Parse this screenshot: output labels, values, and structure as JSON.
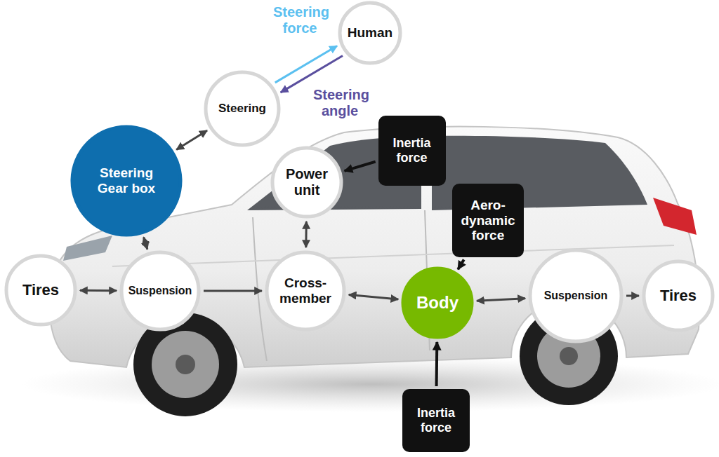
{
  "diagram": {
    "nodes": [
      {
        "text": [
          "Human"
        ]
      },
      {
        "text": [
          "Steering"
        ]
      },
      {
        "text": [
          "Inertia force"
        ]
      },
      {
        "text": [
          "Steering Gear box"
        ]
      },
      {
        "text": [
          "Power unit"
        ]
      },
      {
        "text": [
          "Aero- dynamic force"
        ]
      },
      {
        "text": [
          "Tires"
        ]
      },
      {
        "text": [
          "Suspension"
        ]
      },
      {
        "text": [
          "Cross- member"
        ]
      },
      {
        "text": [
          "Body"
        ]
      },
      {
        "text": [
          "Suspension"
        ]
      },
      {
        "text": [
          "Tires"
        ]
      },
      {
        "text": [
          "Inertia force"
        ]
      }
    ],
    "edges": [
      {
        "from": 1,
        "to": 0,
        "arrow": "to",
        "label": "Steering force"
      },
      {
        "from": 0,
        "to": 1,
        "arrow": "to",
        "label": "Steering angle"
      },
      {
        "from": 1,
        "to": 3,
        "arrow": "both"
      },
      {
        "from": 3,
        "to": 7,
        "arrow": "both"
      },
      {
        "from": 6,
        "to": 7,
        "arrow": "both"
      },
      {
        "from": 7,
        "to": 8,
        "arrow": "to"
      },
      {
        "from": 4,
        "to": 8,
        "arrow": "both"
      },
      {
        "from": 8,
        "to": 9,
        "arrow": "both"
      },
      {
        "from": 9,
        "to": 10,
        "arrow": "both"
      },
      {
        "from": 10,
        "to": 11,
        "arrow": "to"
      },
      {
        "from": 2,
        "to": 4,
        "arrow": "to"
      },
      {
        "from": 5,
        "to": 9,
        "arrow": "to"
      },
      {
        "from": 12,
        "to": 9,
        "arrow": "to"
      }
    ]
  }
}
